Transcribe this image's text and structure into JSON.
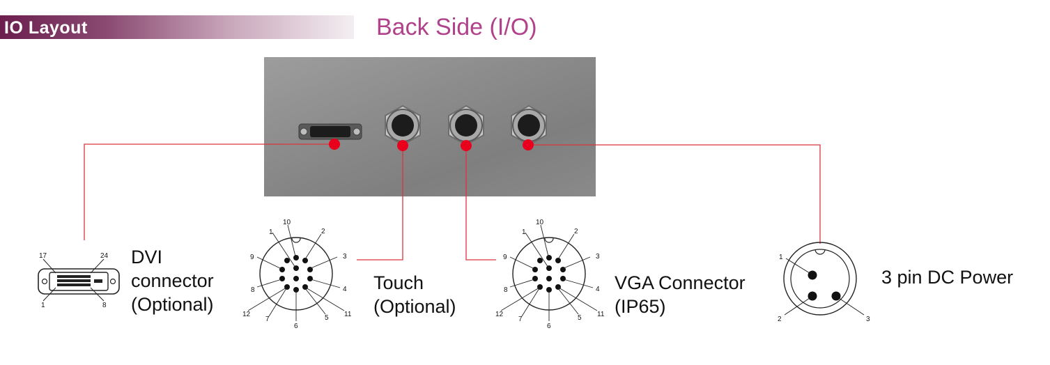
{
  "header": {
    "section_title": "IO Layout",
    "page_title": "Back Side (I/O)"
  },
  "accent_colors": {
    "header_bar": "#6b1f4e",
    "title": "#b0418a",
    "leader_line": "#d9363e",
    "marker": "#e8001c"
  },
  "connectors": {
    "dvi": {
      "label_line1": "DVI",
      "label_line2": "connector",
      "label_line3": "(Optional)",
      "pins": [
        "17",
        "24",
        "1",
        "8"
      ]
    },
    "touch": {
      "label_line1": "Touch",
      "label_line2": "(Optional)",
      "pins": [
        "10",
        "2",
        "3",
        "4",
        "11",
        "5",
        "6",
        "7",
        "12",
        "8",
        "9",
        "1"
      ]
    },
    "vga": {
      "label_line1": "VGA Connector",
      "label_line2": "(IP65)",
      "pins": [
        "10",
        "2",
        "3",
        "4",
        "11",
        "5",
        "6",
        "7",
        "12",
        "8",
        "9",
        "1"
      ]
    },
    "power": {
      "label_line1": "3 pin DC Power",
      "pins": [
        "1",
        "2",
        "3"
      ]
    }
  }
}
